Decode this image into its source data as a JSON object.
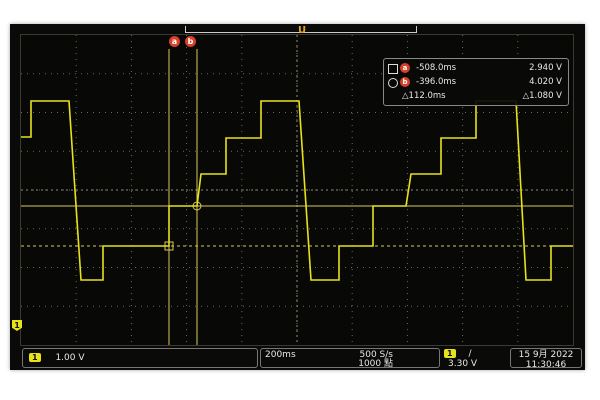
{
  "trigger_marker": "U",
  "channel_label": "1",
  "ground_label": "1",
  "cursors": {
    "a_label": "a",
    "b_label": "b",
    "a_time": "-508.0ms",
    "a_volt": "2.940 V",
    "b_time": "-396.0ms",
    "b_volt": "4.020 V",
    "delta_time": "△112.0ms",
    "delta_volt": "△1.080 V"
  },
  "status": {
    "ch1_scale": "1.00 V",
    "timebase": "200ms",
    "sample_rate": "500 S/s",
    "record_length": "1000 點",
    "trigger_channel": "1",
    "trigger_slope": "/",
    "trigger_level": "3.30 V",
    "date": "15 9月 2022",
    "time": "11:30:46"
  },
  "colors": {
    "trace": "#e7e21c",
    "cursor": "#d8c85a",
    "grid": "#6a6a58",
    "badge": "#d8402a"
  }
}
